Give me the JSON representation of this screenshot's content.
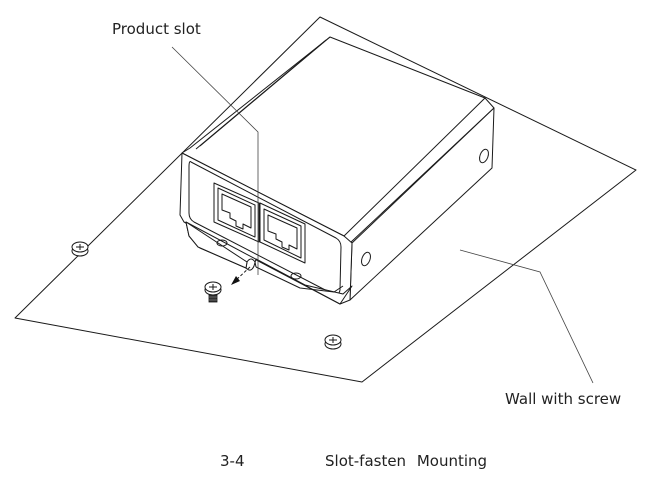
{
  "labels": {
    "product_slot": "Product slot",
    "wall_with_screw": "Wall with screw"
  },
  "caption": {
    "figure_number": "3-4",
    "title": "Slot-fasten   Mounting"
  },
  "icons": {
    "screw": "screw-icon",
    "arrow": "arrow-down-left-icon",
    "rj45_port": "rj45-port-icon"
  }
}
